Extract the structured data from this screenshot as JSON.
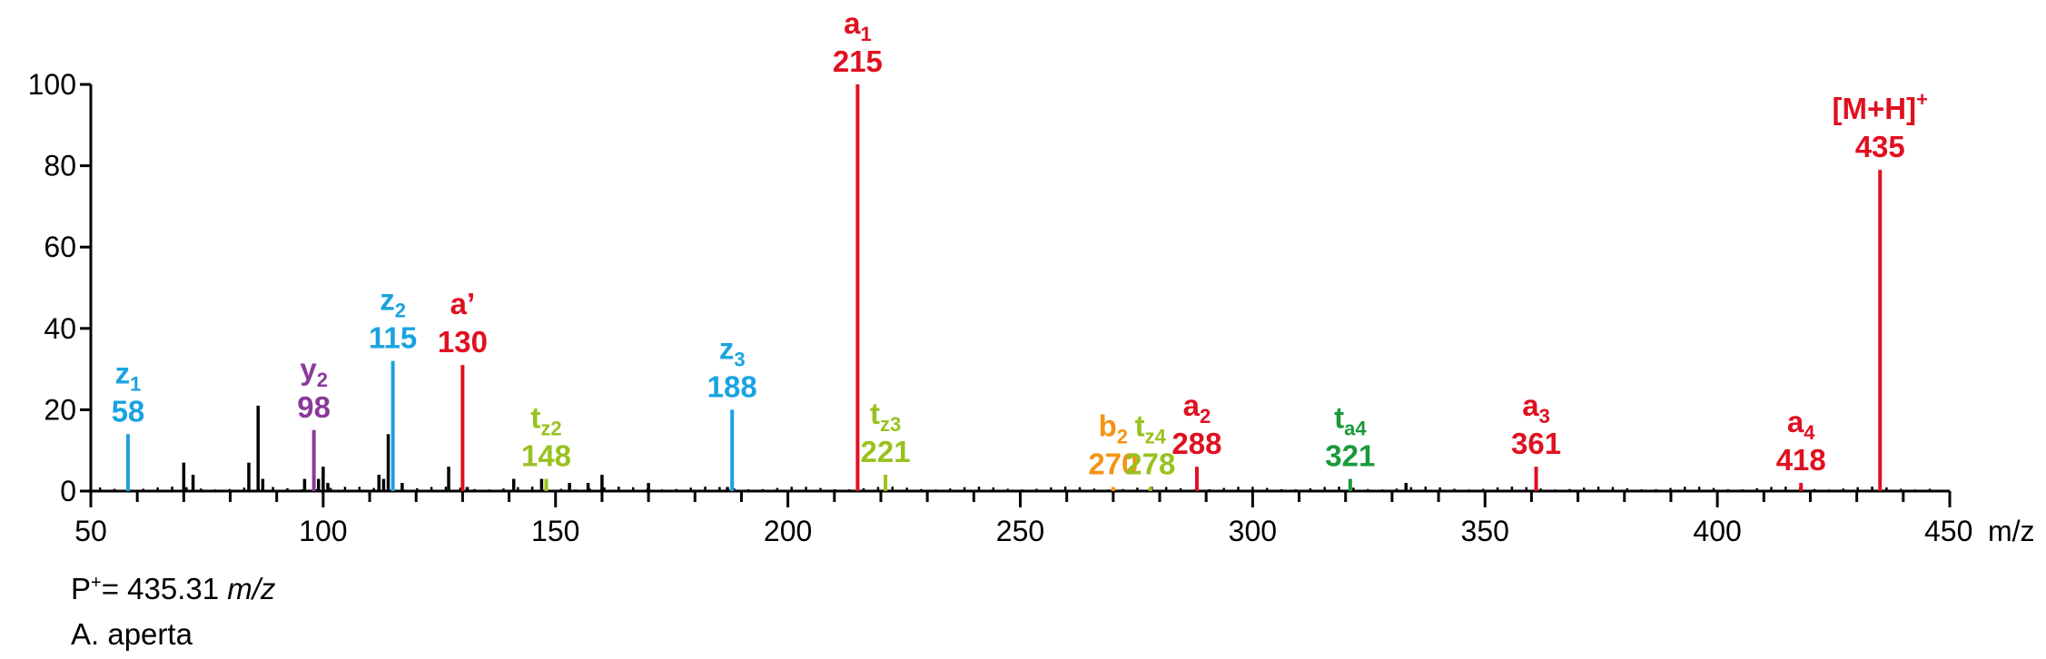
{
  "chart_data": {
    "type": "bar",
    "xlabel": "m/z",
    "xlim": [
      50,
      450
    ],
    "ylim": [
      0,
      100
    ],
    "x_ticks": [
      50,
      100,
      150,
      200,
      250,
      300,
      350,
      400,
      450
    ],
    "y_ticks": [
      0,
      20,
      40,
      60,
      80,
      100
    ],
    "grid": false,
    "colors": {
      "red": "#e01020",
      "blue": "#1aa3e0",
      "purple": "#8a3a9a",
      "lightgreen": "#98c21e",
      "green": "#1a9a3a",
      "orange": "#f39414",
      "black": "#000000"
    },
    "labeled_peaks": [
      {
        "label": "z",
        "sub": "1",
        "sup": "",
        "mz_text": "58",
        "x": 58,
        "y": 14,
        "color": "blue"
      },
      {
        "label": "y",
        "sub": "2",
        "sup": "",
        "mz_text": "98",
        "x": 98,
        "y": 15,
        "color": "purple"
      },
      {
        "label": "z",
        "sub": "2",
        "sup": "",
        "mz_text": "115",
        "x": 115,
        "y": 32,
        "color": "blue"
      },
      {
        "label": "a’",
        "sub": "",
        "sup": "",
        "mz_text": "130",
        "x": 130,
        "y": 31,
        "color": "red"
      },
      {
        "label": "t",
        "sub": "z2",
        "sup": "",
        "mz_text": "148",
        "x": 148,
        "y": 3,
        "color": "lightgreen"
      },
      {
        "label": "z",
        "sub": "3",
        "sup": "",
        "mz_text": "188",
        "x": 188,
        "y": 20,
        "color": "blue"
      },
      {
        "label": "a",
        "sub": "1",
        "sup": "",
        "mz_text": "215",
        "x": 215,
        "y": 100,
        "color": "red"
      },
      {
        "label": "t",
        "sub": "z3",
        "sup": "",
        "mz_text": "221",
        "x": 221,
        "y": 4,
        "color": "lightgreen"
      },
      {
        "label": "b",
        "sub": "2",
        "sup": "",
        "mz_text": "270",
        "x": 270,
        "y": 1,
        "color": "orange"
      },
      {
        "label": "t",
        "sub": "z4",
        "sup": "",
        "mz_text": "278",
        "x": 278,
        "y": 1,
        "color": "lightgreen"
      },
      {
        "label": "a",
        "sub": "2",
        "sup": "",
        "mz_text": "288",
        "x": 288,
        "y": 6,
        "color": "red"
      },
      {
        "label": "t",
        "sub": "a4",
        "sup": "",
        "mz_text": "321",
        "x": 321,
        "y": 3,
        "color": "green"
      },
      {
        "label": "a",
        "sub": "3",
        "sup": "",
        "mz_text": "361",
        "x": 361,
        "y": 6,
        "color": "red"
      },
      {
        "label": "a",
        "sub": "4",
        "sup": "",
        "mz_text": "418",
        "x": 418,
        "y": 2,
        "color": "red"
      },
      {
        "label": "[M+H]",
        "sub": "",
        "sup": "+",
        "mz_text": "435",
        "x": 435,
        "y": 79,
        "color": "red"
      }
    ],
    "minor_peaks": [
      {
        "x": 70,
        "y": 7
      },
      {
        "x": 72,
        "y": 4
      },
      {
        "x": 84,
        "y": 7
      },
      {
        "x": 86,
        "y": 21
      },
      {
        "x": 87,
        "y": 3
      },
      {
        "x": 96,
        "y": 3
      },
      {
        "x": 99,
        "y": 3
      },
      {
        "x": 100,
        "y": 6
      },
      {
        "x": 101,
        "y": 2
      },
      {
        "x": 112,
        "y": 4
      },
      {
        "x": 113,
        "y": 3
      },
      {
        "x": 114,
        "y": 14
      },
      {
        "x": 117,
        "y": 2
      },
      {
        "x": 127,
        "y": 6
      },
      {
        "x": 131,
        "y": 1
      },
      {
        "x": 141,
        "y": 3
      },
      {
        "x": 147,
        "y": 3
      },
      {
        "x": 153,
        "y": 2
      },
      {
        "x": 157,
        "y": 2
      },
      {
        "x": 160,
        "y": 4
      },
      {
        "x": 170,
        "y": 2
      },
      {
        "x": 187,
        "y": 1
      },
      {
        "x": 333,
        "y": 2
      }
    ]
  },
  "footer": {
    "line1_prefix": "P",
    "line1_sup": "+",
    "line1_mid": "= 435.31 ",
    "line1_unit": "m/z",
    "line2": "A. aperta"
  }
}
